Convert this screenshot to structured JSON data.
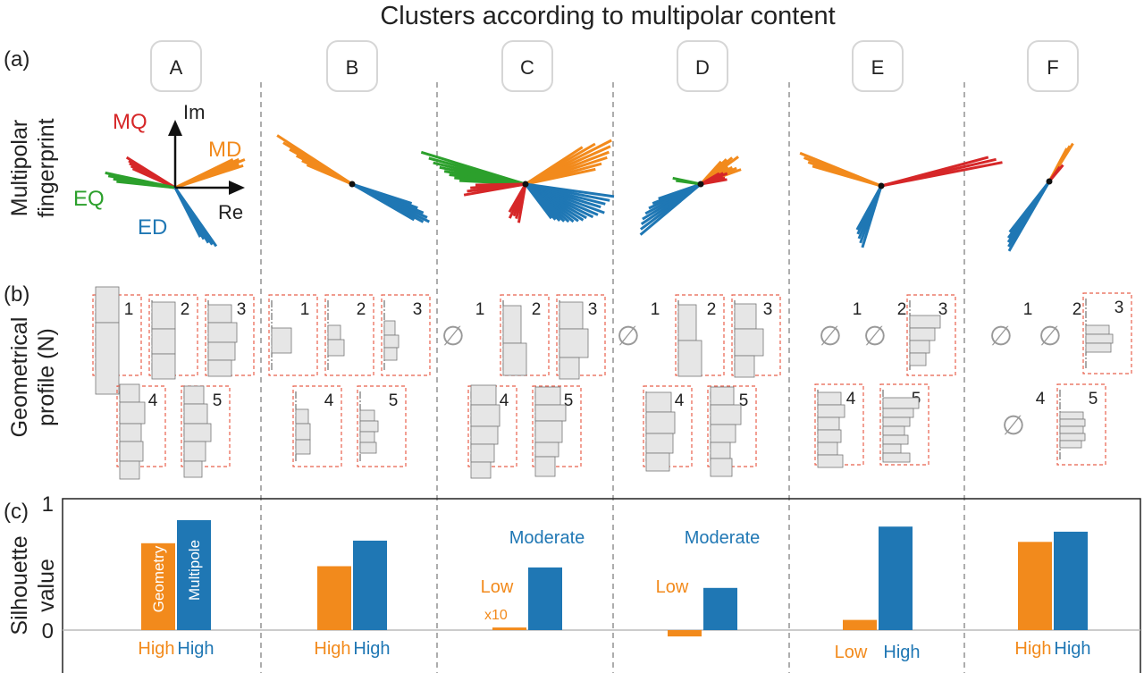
{
  "figure": {
    "title": "Clusters according to multipolar content",
    "panel_labels": [
      "(a)",
      "(b)",
      "(c)"
    ],
    "row_a_label": [
      "Multipolar",
      "fingerprint"
    ],
    "row_b_label": [
      "Geometrical",
      "profile (N)"
    ],
    "row_c_label": [
      "Silhouette",
      "value"
    ],
    "clusters": [
      "A",
      "B",
      "C",
      "D",
      "E",
      "F"
    ],
    "axis_labels": {
      "im": "Im",
      "re": "Re"
    },
    "multipole_labels": {
      "mq": "MQ",
      "md": "MD",
      "eq": "EQ",
      "ed": "ED"
    },
    "profile_indices": [
      "1",
      "2",
      "3",
      "4",
      "5"
    ],
    "empty_symbol": "∅",
    "colors": {
      "ED": "#1f77b4",
      "MD": "#f28a1c",
      "EQ": "#2ca02c",
      "MQ": "#d62728",
      "geometry": "#f28a1c",
      "multipole": "#1f77b4",
      "box_border": "#e8604c",
      "profile_fill": "#e6e6e6",
      "divider": "#777777"
    }
  },
  "profiles": [
    {
      "cluster": "A",
      "empty": []
    },
    {
      "cluster": "B",
      "empty": []
    },
    {
      "cluster": "C",
      "empty": [
        "1"
      ]
    },
    {
      "cluster": "D",
      "empty": [
        "1"
      ]
    },
    {
      "cluster": "E",
      "empty": [
        "1",
        "2"
      ]
    },
    {
      "cluster": "F",
      "empty": [
        "1",
        "2",
        "4"
      ]
    }
  ],
  "chart_data": {
    "type": "bar",
    "categories": [
      "A",
      "B",
      "C",
      "D",
      "E",
      "F"
    ],
    "series": [
      {
        "name": "Geometry",
        "values": [
          0.68,
          0.5,
          0.02,
          -0.05,
          0.08,
          0.69
        ]
      },
      {
        "name": "Multipole",
        "values": [
          0.86,
          0.7,
          0.49,
          0.33,
          0.81,
          0.77
        ]
      }
    ],
    "ylabel": "Silhouette value",
    "yticks": [
      "0",
      "1"
    ],
    "ylim": [
      -0.3,
      1.0
    ],
    "grid": false,
    "quality_labels": {
      "geometry": [
        "High",
        "High",
        "Low",
        "Low",
        "Low",
        "High"
      ],
      "multipole": [
        "High",
        "High",
        "Moderate",
        "Moderate",
        "High",
        "High"
      ]
    },
    "scale_note": "x10"
  }
}
